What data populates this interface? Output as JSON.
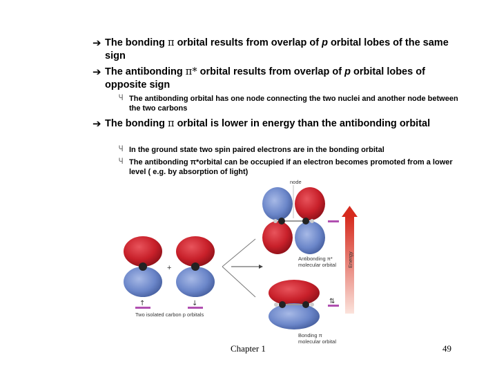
{
  "bullets": [
    {
      "pre": "The bonding ",
      "sym": "π",
      "mid": " orbital results from overlap of ",
      "it": "p",
      "post": " orbital lobes of the same sign"
    },
    {
      "pre": "The antibonding ",
      "sym": "π*",
      "mid": " orbital results from overlap of ",
      "it": "p",
      "post": " orbital lobes of opposite sign"
    },
    {
      "pre": "The bonding ",
      "sym": "π",
      "mid": " orbital is lower in energy than the antibonding orbital",
      "it": "",
      "post": ""
    }
  ],
  "subs": [
    "The antibonding orbital has one node connecting the two nuclei and another node between the two carbons",
    "In the ground state two spin paired electrons are in the bonding orbital",
    "The antibonding  π*orbital can be occupied if an electron becomes promoted from a lower level ( e.g. by absorption of light)"
  ],
  "figure": {
    "node_label": "node",
    "plus_sign": "+",
    "isolated_label": "Two isolated carbon p orbitals",
    "antibonding_label_1": "Antibonding π*",
    "antibonding_label_2": "molecular orbital",
    "bonding_label_1": "Bonding π",
    "bonding_label_2": "molecular orbital",
    "energy_label": "Energy",
    "electron_up": "↑",
    "electron_down": "↓",
    "electron_pair": "⇅"
  },
  "colors": {
    "red_lobe": "#c8202a",
    "blue_lobe": "#6b86c9",
    "magenta_level": "#b04fb0"
  },
  "footer": {
    "chapter": "Chapter 1",
    "page": "49"
  }
}
